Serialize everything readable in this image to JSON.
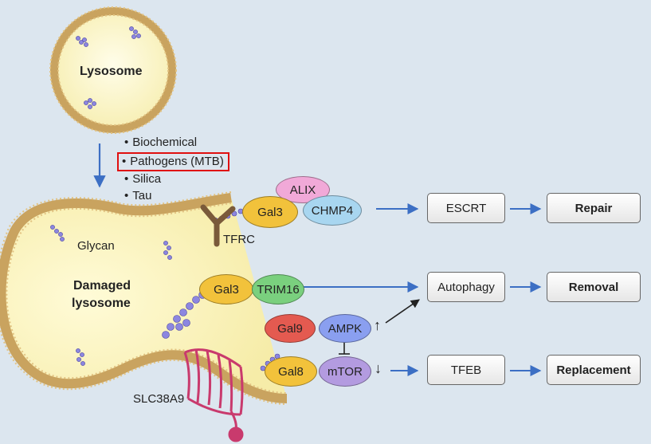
{
  "top_vesicle_label": "Lysosome",
  "stimuli": [
    {
      "text": "Biochemical",
      "highlighted": false
    },
    {
      "text": "Pathogens (MTB)",
      "highlighted": true
    },
    {
      "text": "Silica",
      "highlighted": false
    },
    {
      "text": "Tau",
      "highlighted": false
    }
  ],
  "glycan_label": "Glycan",
  "damaged_label_line1": "Damaged",
  "damaged_label_line2": "lysosome",
  "tfrc_label": "TFRC",
  "slc_label": "SLC38A9",
  "proteins": {
    "alix": "ALIX",
    "gal3_top": "Gal3",
    "chmp4": "CHMP4",
    "gal3_mid": "Gal3",
    "trim16": "TRIM16",
    "gal9": "Gal9",
    "ampk": "AMPK",
    "gal8": "Gal8",
    "mtor": "mTOR"
  },
  "indicators": {
    "ampk_arrow": "↑",
    "mtor_arrow": "↓"
  },
  "pathway_boxes": {
    "escrt": "ESCRT",
    "repair": "Repair",
    "autophagy": "Autophagy",
    "removal": "Removal",
    "tfeb": "TFEB",
    "replacement": "Replacement"
  },
  "colors": {
    "background": "#dce6ef",
    "arrow_blue": "#3c6fc4",
    "highlight_red": "#e01010",
    "membrane": "#c9a35f",
    "lumen": "#fbf6c4",
    "alix": "#f1a9d8",
    "gal": "#f2c23b",
    "chmp4": "#a8d6f0",
    "trim16": "#7ad07e",
    "gal9": "#e45a50",
    "ampk": "#8a9ff0",
    "mtor": "#b39be0",
    "slc": "#c93a6d",
    "glycan": "#8c86e0"
  }
}
